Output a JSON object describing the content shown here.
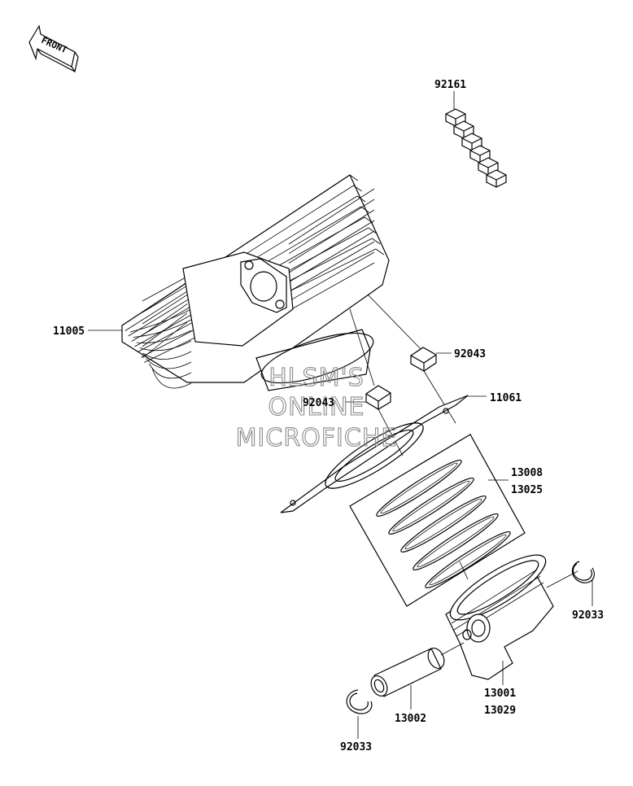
{
  "front_arrow": {
    "label": "FRONT"
  },
  "watermark": {
    "line1": "HLSM'S",
    "line2": "ONLINE",
    "line3": "MICROFICHE"
  },
  "parts": {
    "p92161": "92161",
    "p11005": "11005",
    "p92043_a": "92043",
    "p92043_b": "92043",
    "p11061": "11061",
    "p13008": "13008",
    "p13025": "13025",
    "p92033_a": "92033",
    "p92033_b": "92033",
    "p13001": "13001",
    "p13029": "13029",
    "p13002": "13002"
  }
}
